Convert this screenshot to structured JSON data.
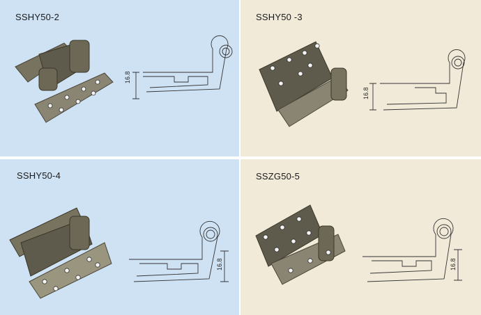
{
  "panels": [
    {
      "label": "SSHY50-2",
      "dimension": "16.8",
      "bg": "#cfe2f4"
    },
    {
      "label": "SSHY50 -3",
      "dimension": "16.8",
      "bg": "#f1ead8"
    },
    {
      "label": "SSHY50-4",
      "dimension": "16.8",
      "bg": "#cfe2f4"
    },
    {
      "label": "SSZG50-5",
      "dimension": "16.8",
      "bg": "#f1ead8"
    }
  ],
  "colors": {
    "hinge_dark": "#5e5a4c",
    "hinge_mid": "#8a8572",
    "hinge_light": "#b3ae98",
    "line": "#333333"
  }
}
